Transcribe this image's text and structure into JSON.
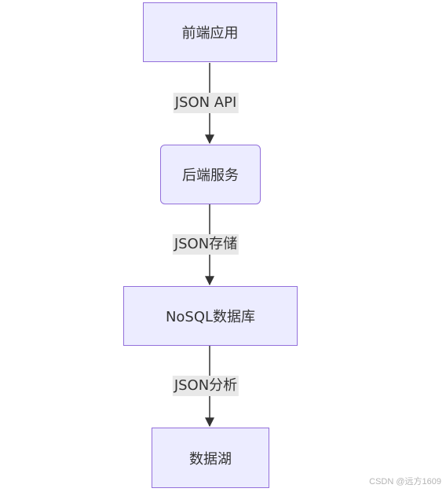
{
  "nodes": {
    "frontend": "前端应用",
    "backend": "后端服务",
    "nosql": "NoSQL数据库",
    "datalake": "数据湖"
  },
  "edges": {
    "e1": "JSON API",
    "e2": "JSON存储",
    "e3": "JSON分析"
  },
  "watermark": "CSDN @远方1609",
  "colors": {
    "node_fill": "#ececff",
    "node_border": "#9370db",
    "edge_line": "#333333",
    "label_bg": "#e8e8e8"
  }
}
